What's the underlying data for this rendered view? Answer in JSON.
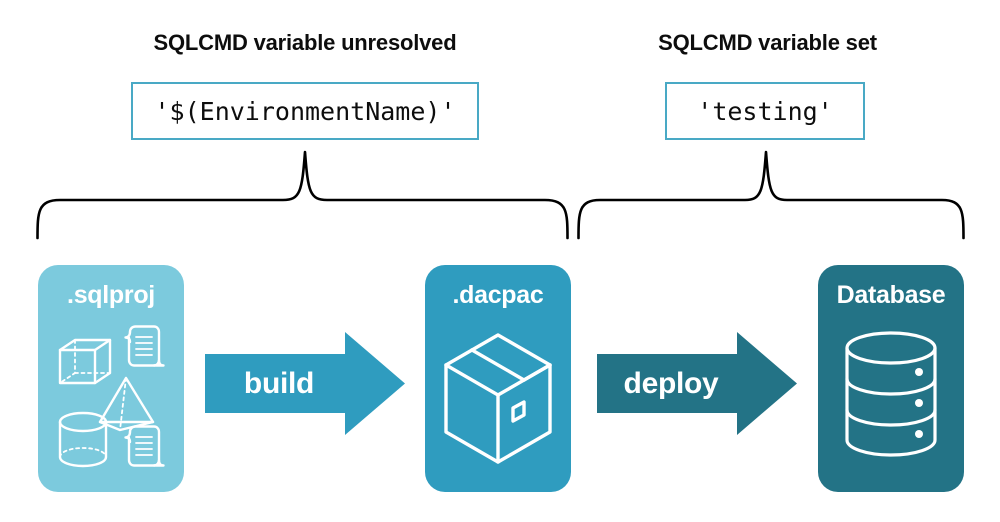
{
  "diagram": {
    "title_left": "SQLCMD variable unresolved",
    "title_right": "SQLCMD variable set",
    "code_left": "'$(EnvironmentName)'",
    "code_right": "'testing'",
    "stages": [
      {
        "label": ".sqlproj",
        "icon": "sql-project-objects-icon",
        "color": "#7ccadd"
      },
      {
        "label": ".dacpac",
        "icon": "package-box-icon",
        "color": "#2f9cbf"
      },
      {
        "label": "Database",
        "icon": "database-cylinder-icon",
        "color": "#237386"
      }
    ],
    "arrows": [
      {
        "label": "build",
        "color": "#2f9cbf"
      },
      {
        "label": "deploy",
        "color": "#237386"
      }
    ],
    "braces": [
      {
        "name": "brace-left",
        "spans": "sqlproj-to-dacpac"
      },
      {
        "name": "brace-right",
        "spans": "dacpac-to-database"
      }
    ],
    "colors": {
      "light_teal": "#7ccadd",
      "medium_teal": "#2f9cbf",
      "dark_teal": "#237386",
      "border_teal": "#49a9c5",
      "text": "#0d0d0d",
      "background": "#ffffff",
      "brace_stroke": "#000000"
    }
  }
}
